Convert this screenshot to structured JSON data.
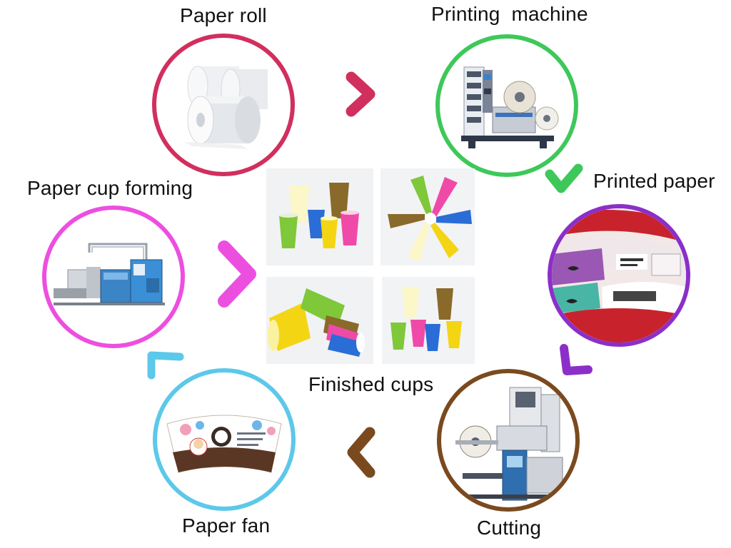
{
  "steps": {
    "paper_roll": {
      "label": "Paper roll",
      "color": "#d12f5e",
      "icon": "paper-roll"
    },
    "printing": {
      "label": "Printing  machine",
      "color": "#3ec85a",
      "icon": "printing-machine"
    },
    "printed_paper": {
      "label": "Printed paper",
      "color": "#8b2fc9",
      "icon": "printed-paper"
    },
    "cutting": {
      "label": "Cutting",
      "color": "#7a4a1e",
      "icon": "die-cutting-machine"
    },
    "paper_fan": {
      "label": "Paper fan",
      "color": "#5cc8ea",
      "icon": "paper-fan"
    },
    "cup_forming": {
      "label": "Paper cup forming",
      "color": "#ec4fe0",
      "icon": "cup-forming-machine"
    }
  },
  "center": {
    "label": "Finished cups",
    "photos": [
      "standing-cups",
      "fanned-cups",
      "stacked-cups-side",
      "standing-cups-2"
    ]
  },
  "arrows": [
    {
      "name": "roll-to-printing",
      "color": "#d12f5e",
      "direction": "right"
    },
    {
      "name": "printing-to-printed",
      "color": "#3ec85a",
      "direction": "down"
    },
    {
      "name": "printed-to-cutting",
      "color": "#8b2fc9",
      "direction": "down"
    },
    {
      "name": "cutting-to-fan",
      "color": "#7a4a1e",
      "direction": "left"
    },
    {
      "name": "fan-to-forming",
      "color": "#5cc8ea",
      "direction": "up"
    },
    {
      "name": "forming-to-cups",
      "color": "#ec4fe0",
      "direction": "right"
    }
  ]
}
